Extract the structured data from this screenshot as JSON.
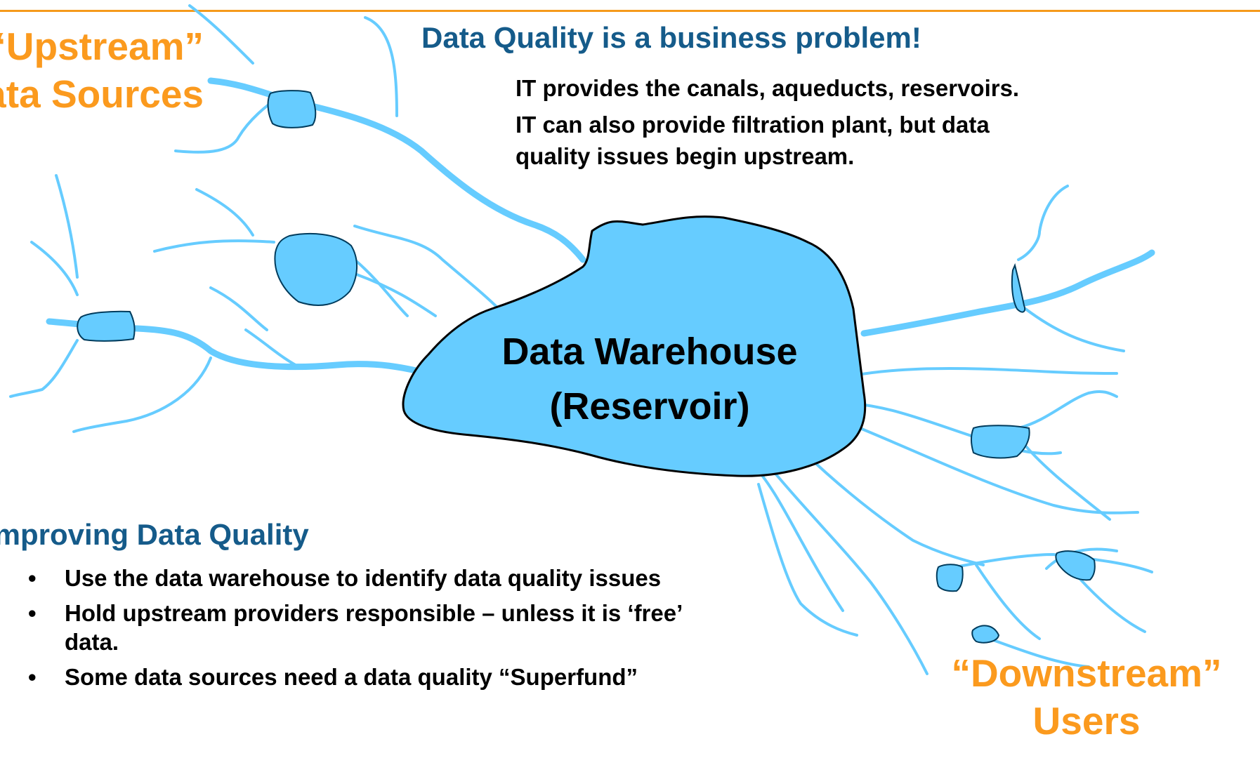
{
  "diagram": {
    "upstream_label": [
      "“Upstream”",
      "Data Sources"
    ],
    "downstream_label": [
      "“Downstream”",
      "Users"
    ],
    "headline": "Data Quality is a business problem!",
    "it_lines": [
      "IT provides the canals, aqueducts, reservoirs.",
      "IT can also provide filtration plant, but data quality issues begin upstream."
    ],
    "reservoir_label": [
      "Data Warehouse",
      "(Reservoir)"
    ],
    "improve": {
      "title": "Improving Data Quality",
      "bullet_symbol": "•",
      "items": [
        "Use the data warehouse to identify data quality issues",
        "Hold upstream providers responsible – unless it is ‘free’ data.",
        "Some data sources need a data quality “Superfund”"
      ]
    },
    "colors": {
      "water": "#66ccff",
      "outline": "#000000",
      "accent_orange": "#fb9a1e",
      "heading_teal": "#155b8a",
      "top_rule": "#f59a1b"
    }
  }
}
